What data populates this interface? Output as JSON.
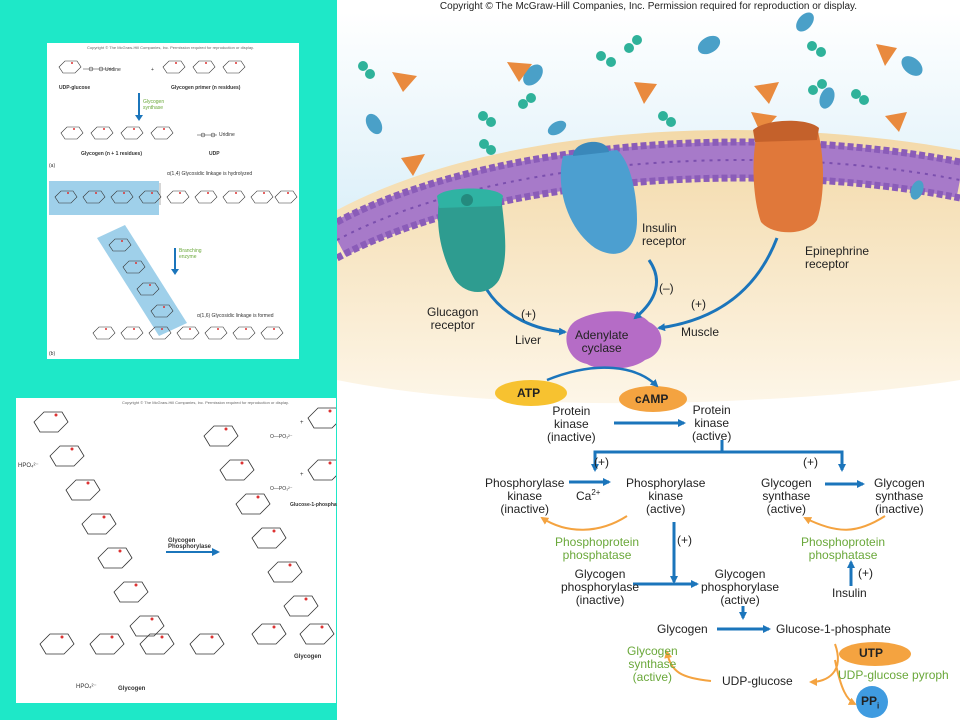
{
  "page": {
    "colors": {
      "background": "#1ee8c8",
      "arrow": "#1b75bb",
      "green_text": "#6aa83a",
      "orange": "#f4a340",
      "adenylate": "#b56cc6"
    }
  },
  "panel_a": {
    "copyright": "Copyright © The McGraw-Hill Companies, Inc. Permission required for reproduction or display.",
    "udp_glucose": "UDP-glucose",
    "glycogen_primer": "Glycogen primer (n residues)",
    "uridine": "Uridine",
    "plus": "+",
    "glycogen_synthase": "Glycogen synthase",
    "glycogen_n1": "Glycogen (n + 1 residues)",
    "udp": "UDP",
    "a_label": "(a)",
    "b_label": "(b)",
    "hydrolyzed": "α(1,4) Glycosidic linkage is hydrolyzed",
    "branching_enzyme": "Branching enzyme",
    "formed": "α(1,6) Glycosidic linkage is formed"
  },
  "panel_b": {
    "copyright": "Copyright © The McGraw-Hill Companies, Inc. Permission required for reproduction or display.",
    "hpo4_top": "HPO₄²⁻",
    "hpo4_bottom": "HPO₄²⁻",
    "enzyme": "Glycogen\nPhosphorylase",
    "glucose_1_phosphate": "Glucose-1-phosphate",
    "glycogen_left": "Glycogen",
    "glycogen_right": "Glycogen",
    "po3": "O—PO₃²⁻",
    "plus": "+"
  },
  "main": {
    "copyright": "Copyright © The McGraw-Hill Companies, Inc. Permission required for reproduction or display.",
    "insulin_receptor": "Insulin\nreceptor",
    "epinephrine_receptor": "Epinephrine\nreceptor",
    "glucagon_receptor": "Glucagon\nreceptor",
    "minus": "(–)",
    "plus": "(+)",
    "liver": "Liver",
    "muscle": "Muscle",
    "adenylate_cyclase": "Adenylate\ncyclase",
    "atp": "ATP",
    "camp": "cAMP",
    "pk_inactive": "Protein\nkinase\n(inactive)",
    "pk_active": "Protein\nkinase\n(active)",
    "phk_inactive": "Phosphorylase\nkinase\n(inactive)",
    "ca": "Ca",
    "ca_sup": "2+",
    "phk_active": "Phosphorylase\nkinase\n(active)",
    "gs_active": "Glycogen\nsynthase\n(active)",
    "gs_inactive": "Glycogen\nsynthase\n(inactive)",
    "ppp_left": "Phosphoprotein\nphosphatase",
    "ppp_right": "Phosphoprotein\nphosphatase",
    "gp_inactive": "Glycogen\nphosphorylase\n(inactive)",
    "gp_active": "Glycogen\nphosphorylase\n(active)",
    "insulin": "Insulin",
    "glycogen": "Glycogen",
    "g1p": "Glucose-1-phosphate",
    "gs_active_green": "Glycogen\nsynthase\n(active)",
    "udp_glucose": "UDP-glucose",
    "utp": "UTP",
    "udp_pyroph": "UDP-glucose pyroph",
    "ppi": "PP",
    "ppi_sub": "i"
  }
}
